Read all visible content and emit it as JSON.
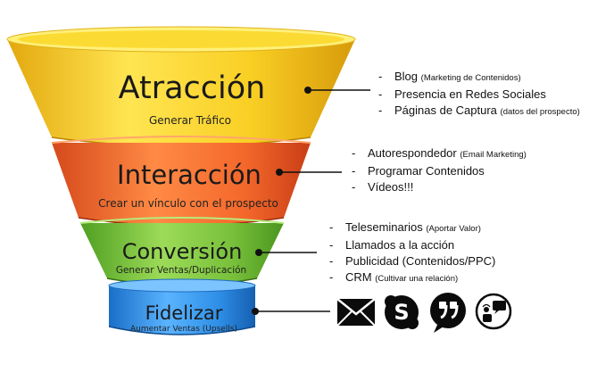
{
  "stages": [
    {
      "title": "Atracción",
      "subtitle": "Generar Tráfico",
      "color": "#F7C91F"
    },
    {
      "title": "Interacción",
      "subtitle": "Crear un vínculo con el prospecto",
      "color": "#F0692A"
    },
    {
      "title": "Conversión",
      "subtitle": "Generar Ventas/Duplicación",
      "color": "#79C13A"
    },
    {
      "title": "Fidelizar",
      "subtitle": "Aumentar Ventas (Upsells)",
      "color": "#2A8EE5"
    }
  ],
  "lists": {
    "atraccion": [
      {
        "dash": "-",
        "main": "Blog",
        "note": "(Marketing de Contenidos)"
      },
      {
        "dash": "-",
        "main": "Presencia en Redes Sociales",
        "note": ""
      },
      {
        "dash": "-",
        "main": "Páginas de Captura",
        "note": "(datos del prospecto)"
      }
    ],
    "interaccion": [
      {
        "dash": "-",
        "main": "Autorespondedor",
        "note": "(Email Marketing)"
      },
      {
        "dash": "-",
        "main": "Programar Contenidos",
        "note": ""
      },
      {
        "dash": "-",
        "main": "Vídeos!!!",
        "note": ""
      }
    ],
    "conversion": [
      {
        "dash": "-",
        "main": "Teleseminarios",
        "note": "(Aportar Valor)"
      },
      {
        "dash": "-",
        "main": "Llamados a la acción",
        "note": ""
      },
      {
        "dash": "-",
        "main": "Publicidad (Contenidos/PPC)",
        "note": ""
      },
      {
        "dash": "-",
        "main": "CRM",
        "note": "(Cultivar una relación)"
      }
    ]
  },
  "icons": [
    "envelope-icon",
    "skype-icon",
    "quote-bubble-icon",
    "support-agent-icon"
  ]
}
